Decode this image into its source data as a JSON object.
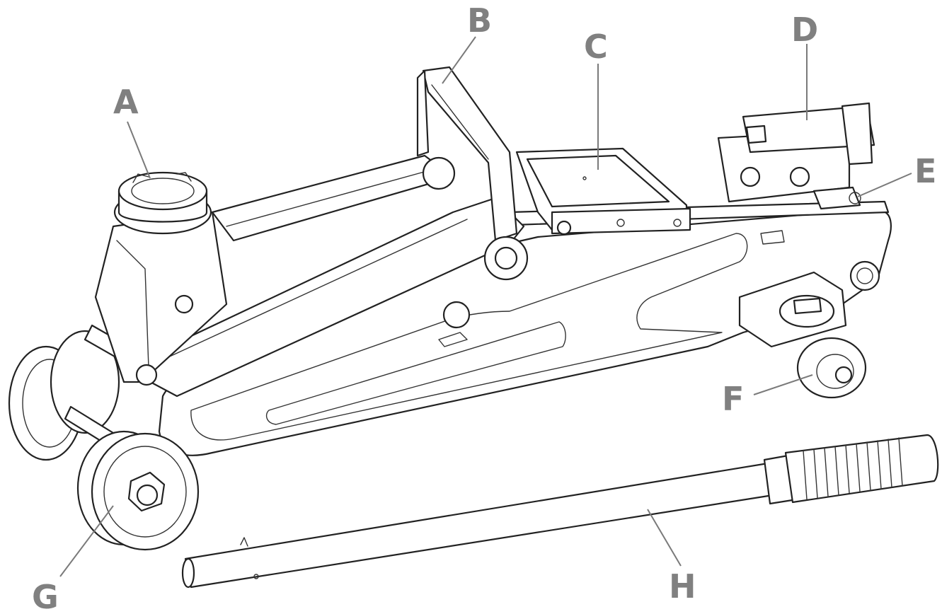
{
  "diagram": {
    "labels": [
      {
        "id": "A",
        "text": "A"
      },
      {
        "id": "B",
        "text": "B"
      },
      {
        "id": "C",
        "text": "C"
      },
      {
        "id": "D",
        "text": "D"
      },
      {
        "id": "E",
        "text": "E"
      },
      {
        "id": "F",
        "text": "F"
      },
      {
        "id": "G",
        "text": "G"
      },
      {
        "id": "H",
        "text": "H"
      }
    ]
  },
  "colors": {
    "label": "#808080",
    "leader": "#7a7a7a",
    "outline": "#222222",
    "background": "#ffffff"
  }
}
